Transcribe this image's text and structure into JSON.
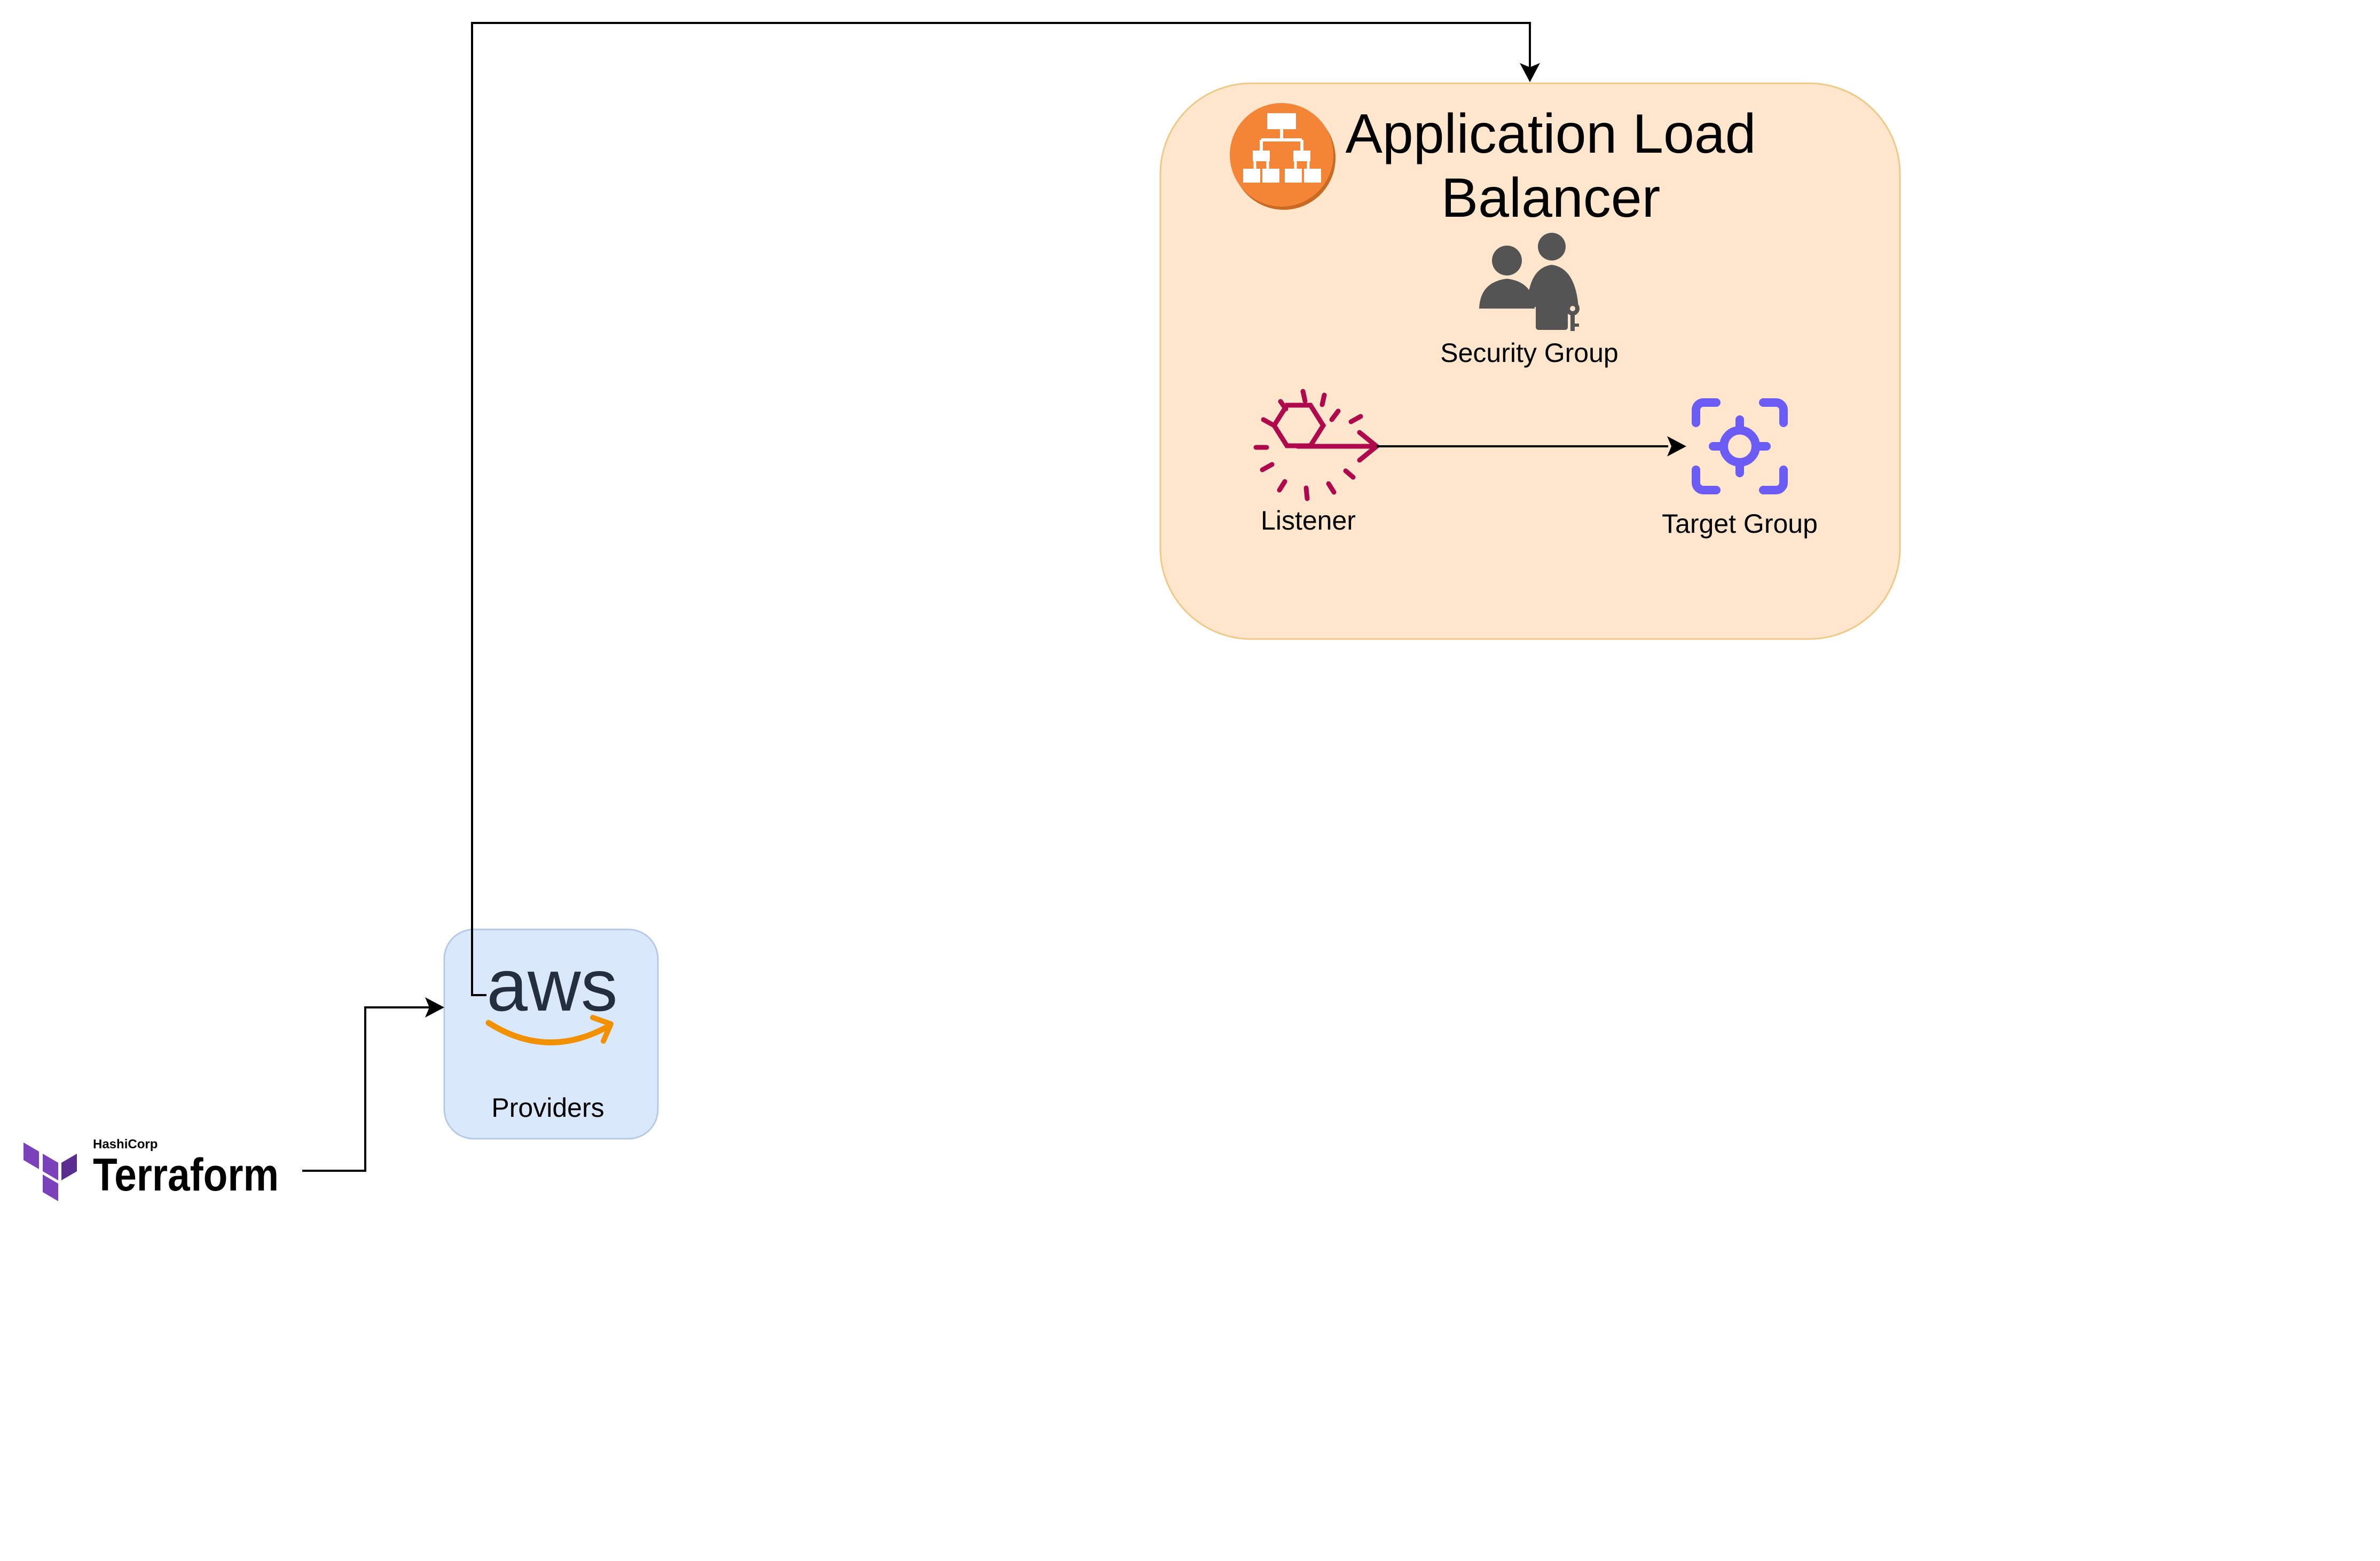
{
  "alb": {
    "title_line1": "Application Load",
    "title_line2": "Balancer",
    "fill_color": "#ffe6cc",
    "border_color": "#f0c987",
    "icon": "elastic-load-balancing-icon",
    "icon_color": "#f58536"
  },
  "security_group": {
    "label": "Security Group",
    "icon": "users-lock-icon",
    "icon_color": "#545454"
  },
  "listener": {
    "label": "Listener",
    "icon": "listener-burst-icon",
    "icon_color": "#b0084d"
  },
  "target_group": {
    "label": "Target Group",
    "icon": "target-crosshair-icon",
    "icon_color": "#6b5cf6"
  },
  "providers": {
    "label": "Providers",
    "logo_text": "aws",
    "fill_color": "#dae8fc",
    "border_color": "#b7c9e8",
    "smile_color": "#f29100"
  },
  "terraform": {
    "company": "HashiCorp",
    "product": "Terraform",
    "icon": "terraform-logo-icon",
    "icon_color": "#7b42bc"
  },
  "edges": [
    {
      "from": "terraform",
      "to": "providers"
    },
    {
      "from": "providers",
      "to": "alb"
    },
    {
      "from": "listener",
      "to": "target_group"
    }
  ]
}
